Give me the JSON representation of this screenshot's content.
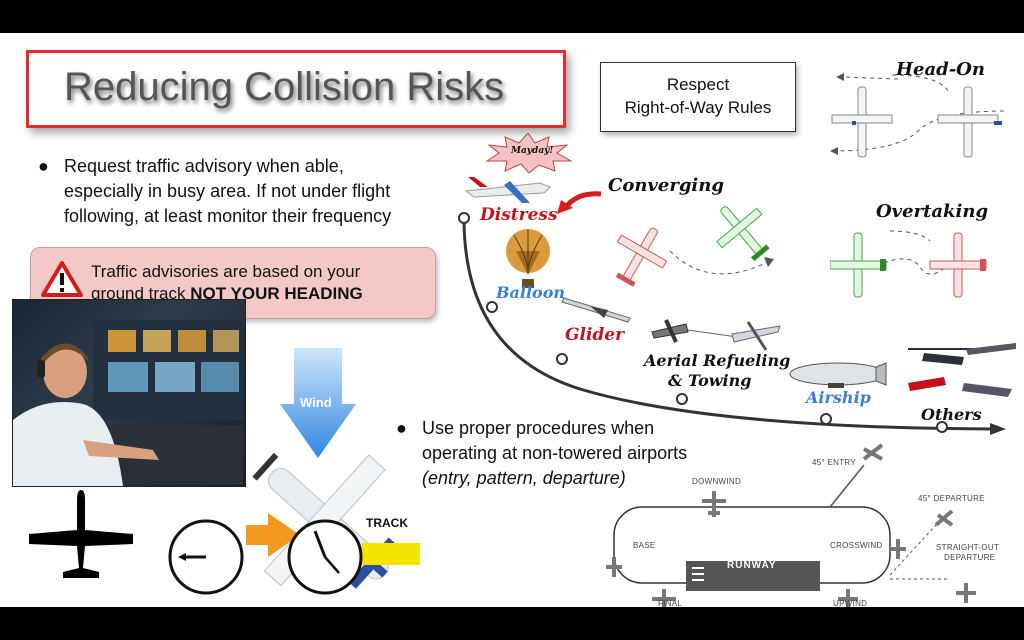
{
  "title": "Reducing Collision Risks",
  "bullets": {
    "advisory": [
      "Request traffic advisory when able,",
      "especially in busy area. If not under flight",
      "following, at least monitor their frequency"
    ],
    "procedures": [
      "Use proper procedures when",
      "operating at non-towered airports"
    ],
    "procedures_sub": "(entry, pattern, departure)"
  },
  "warning": {
    "line1": "Traffic advisories are based on your",
    "line2_plain": "ground track ",
    "line2_bold": "NOT YOUR HEADING"
  },
  "right_of_way": [
    "Respect",
    "Right-of-Way Rules"
  ],
  "priority_labels": {
    "distress": "Distress",
    "mayday": "Mayday!",
    "balloon": "Balloon",
    "glider": "Glider",
    "refuel_1": "Aerial Refueling",
    "refuel_2": "& Towing",
    "airship": "Airship",
    "others": "Others"
  },
  "scenarios": {
    "head_on": "Head-On",
    "converging": "Converging",
    "overtaking": "Overtaking"
  },
  "wind": {
    "arrow_label": "Wind",
    "track_label": "TRACK"
  },
  "pattern": {
    "runway": "RUNWAY",
    "downwind": "DOWNWIND",
    "base": "BASE",
    "final": "FINAL",
    "crosswind": "CROSSWIND",
    "upwind": "UPWIND",
    "entry": "45° ENTRY",
    "departure": "45° DEPARTURE",
    "straight_out_1": "STRAIGHT-OUT",
    "straight_out_2": "DEPARTURE"
  },
  "colors": {
    "title_border": "#e32b2b",
    "warning_bg": "#f5c8c8",
    "distress_red": "#c0141c",
    "balloon_blue": "#3b7dd8",
    "wind_blue": "#2f86e0",
    "track_yellow": "#f2e600",
    "arrow_orange": "#f29a1f"
  }
}
